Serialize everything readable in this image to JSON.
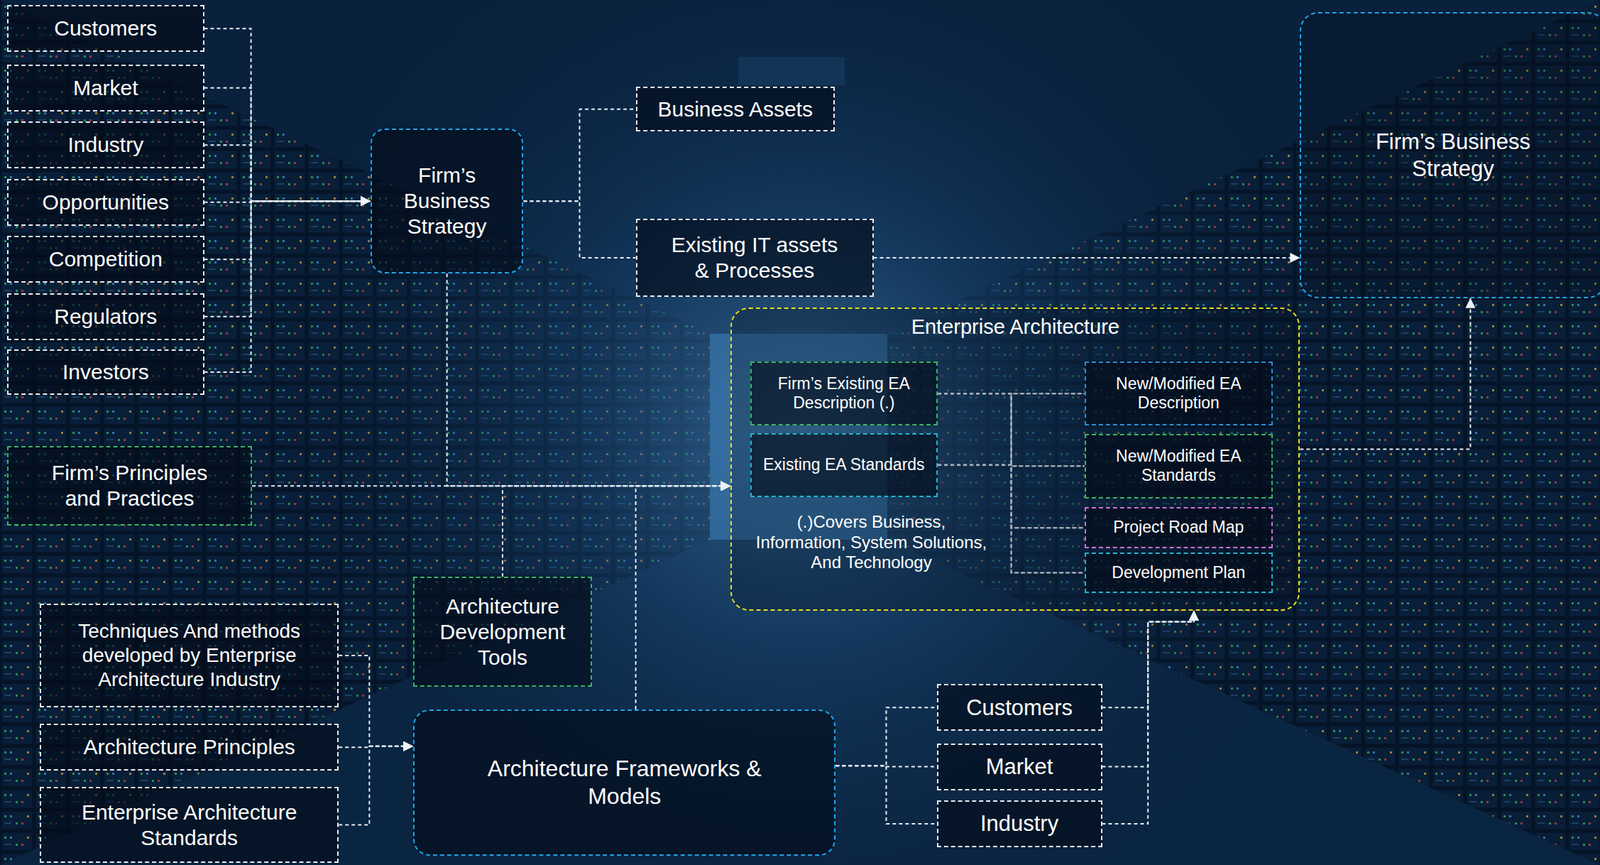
{
  "diagram": {
    "nodes": [
      {
        "text": [
          "Customers"
        ]
      },
      {
        "text": [
          "Market"
        ]
      },
      {
        "text": [
          "Industry"
        ]
      },
      {
        "text": [
          "Opportunities"
        ]
      },
      {
        "text": [
          "Competition"
        ]
      },
      {
        "text": [
          "Regulators"
        ]
      },
      {
        "text": [
          "Investors"
        ]
      },
      {
        "text": [
          "Firm’s Business Strategy"
        ]
      },
      {
        "text": [
          "Business Assets"
        ]
      },
      {
        "text": [
          "Existing IT assets & Processes"
        ]
      },
      {
        "text": [
          "Firm’s Business Strategy"
        ]
      },
      {
        "text": [
          "Enterprise Architecture",
          "(.)Covers Business, Information, System Solutions, And Technology"
        ]
      },
      {
        "text": [
          "Firm’s Existing EA Description (.)"
        ],
        "in": 11
      },
      {
        "text": [
          "Existing EA Standards"
        ],
        "in": 11
      },
      {
        "text": [
          "New/Modified EA Description"
        ],
        "in": 11
      },
      {
        "text": [
          "New/Modified EA Standards"
        ],
        "in": 11
      },
      {
        "text": [
          "Project Road Map"
        ],
        "in": 11
      },
      {
        "text": [
          "Development Plan"
        ],
        "in": 11
      },
      {
        "text": [
          "Firm’s Principles and Practices"
        ]
      },
      {
        "text": [
          "Architecture Development Tools"
        ]
      },
      {
        "text": [
          "Techniques And methods developed by Enterprise Architecture Industry"
        ]
      },
      {
        "text": [
          "Architecture Principles"
        ]
      },
      {
        "text": [
          "Enterprise Architecture Standards"
        ]
      },
      {
        "text": [
          "Architecture Frameworks & Models"
        ]
      },
      {
        "text": [
          "Customers"
        ]
      },
      {
        "text": [
          "Market"
        ]
      },
      {
        "text": [
          "Industry"
        ]
      }
    ],
    "edges": [
      {
        "from": 0,
        "to": 7,
        "arrow": "to"
      },
      {
        "from": 1,
        "to": 7,
        "arrow": "to"
      },
      {
        "from": 2,
        "to": 7,
        "arrow": "to"
      },
      {
        "from": 3,
        "to": 7,
        "arrow": "to"
      },
      {
        "from": 4,
        "to": 7,
        "arrow": "to"
      },
      {
        "from": 5,
        "to": 7,
        "arrow": "to"
      },
      {
        "from": 6,
        "to": 7,
        "arrow": "to"
      },
      {
        "from": 7,
        "to": 8,
        "arrow": "none"
      },
      {
        "from": 7,
        "to": 9,
        "arrow": "none"
      },
      {
        "from": 9,
        "to": 10,
        "arrow": "to"
      },
      {
        "from": 7,
        "to": 11,
        "arrow": "to"
      },
      {
        "from": 18,
        "to": 11,
        "arrow": "to"
      },
      {
        "from": 19,
        "to": 11,
        "arrow": "to"
      },
      {
        "from": 23,
        "to": 11,
        "arrow": "to"
      },
      {
        "from": 12,
        "to": 14,
        "arrow": "none"
      },
      {
        "from": 12,
        "to": 15,
        "arrow": "none"
      },
      {
        "from": 12,
        "to": 16,
        "arrow": "none"
      },
      {
        "from": 12,
        "to": 17,
        "arrow": "none"
      },
      {
        "from": 13,
        "to": 14,
        "arrow": "none"
      },
      {
        "from": 13,
        "to": 15,
        "arrow": "none"
      },
      {
        "from": 13,
        "to": 16,
        "arrow": "none"
      },
      {
        "from": 13,
        "to": 17,
        "arrow": "none"
      },
      {
        "from": 11,
        "to": 10,
        "arrow": "to"
      },
      {
        "from": 20,
        "to": 23,
        "arrow": "to"
      },
      {
        "from": 21,
        "to": 23,
        "arrow": "to"
      },
      {
        "from": 22,
        "to": 23,
        "arrow": "to"
      },
      {
        "from": 23,
        "to": 24,
        "arrow": "none"
      },
      {
        "from": 23,
        "to": 25,
        "arrow": "none"
      },
      {
        "from": 23,
        "to": 26,
        "arrow": "none"
      },
      {
        "from": 24,
        "to": 11,
        "arrow": "to"
      },
      {
        "from": 25,
        "to": 11,
        "arrow": "to"
      },
      {
        "from": 26,
        "to": 11,
        "arrow": "to"
      }
    ]
  }
}
